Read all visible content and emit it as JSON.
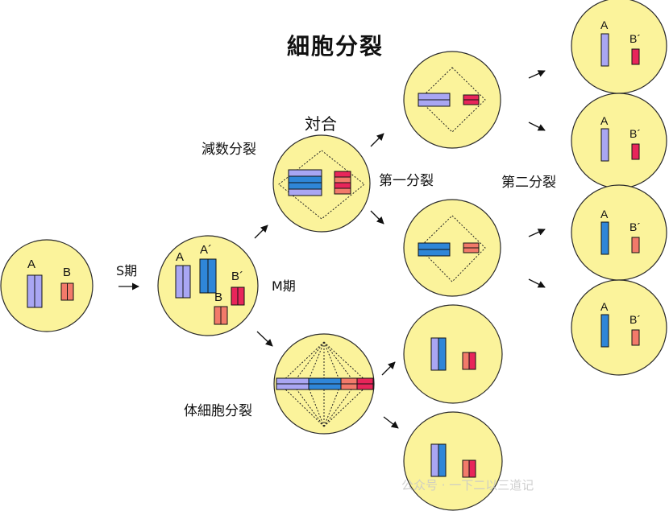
{
  "title": "細胞分裂",
  "labels": {
    "s_phase": "S期",
    "m_phase": "M期",
    "meiosis": "減数分裂",
    "synapsis": "対合",
    "mitosis": "体細胞分裂",
    "first_division": "第一分裂",
    "second_division": "第二分裂"
  },
  "chromosome_labels": {
    "a": "A",
    "b": "B",
    "a_prime": "A´",
    "b_prime": "B´"
  },
  "watermark": "公众号 · 一下二以三道记",
  "colors": {
    "cell_fill": "#fbf39b",
    "cell_stroke": "#2a2a2a",
    "purple": "#a9a6f3",
    "blue": "#2f86d8",
    "red": "#e8255a",
    "salmon": "#f27a6a"
  }
}
